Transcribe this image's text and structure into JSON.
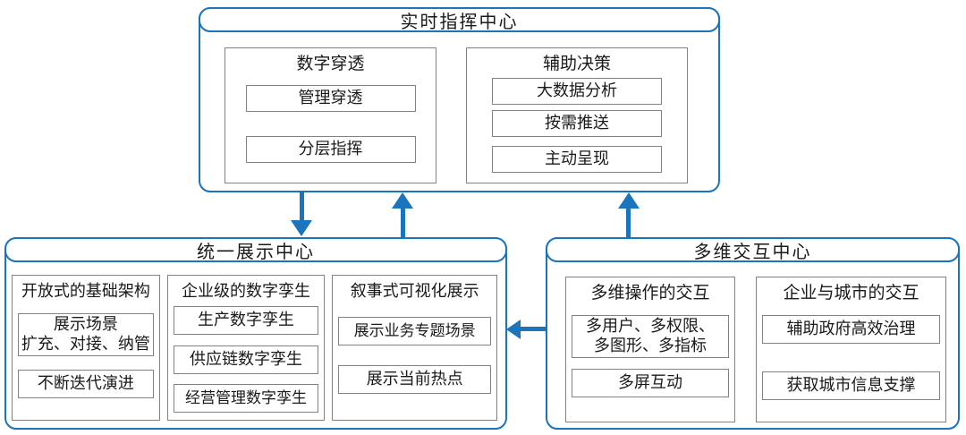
{
  "panels": {
    "command": {
      "title": "实时指挥中心",
      "groups": [
        {
          "title": "数字穿透",
          "items": [
            "管理穿透",
            "分层指挥"
          ]
        },
        {
          "title": "辅助决策",
          "items": [
            "大数据分析",
            "按需推送",
            "主动呈现"
          ]
        }
      ]
    },
    "display": {
      "title": "统一展示中心",
      "groups": [
        {
          "title": "开放式的基础架构",
          "items": [
            "展示场景\n扩充、对接、纳管",
            "不断迭代演进"
          ]
        },
        {
          "title": "企业级的数字孪生",
          "items": [
            "生产数字孪生",
            "供应链数字孪生",
            "经营管理数字孪生"
          ]
        },
        {
          "title": "叙事式可视化展示",
          "items": [
            "展示业务专题场景",
            "展示当前热点"
          ]
        }
      ]
    },
    "interaction": {
      "title": "多维交互中心",
      "groups": [
        {
          "title": "多维操作的交互",
          "items": [
            "多用户、多权限、\n多图形、多指标",
            "多屏互动"
          ]
        },
        {
          "title": "企业与城市的交互",
          "items": [
            "辅助政府高效治理",
            "获取城市信息支撑"
          ]
        }
      ]
    }
  },
  "colors": {
    "accent_blue": "#1b75bc",
    "inner_box_border": "#828282",
    "text": "#1a1a1a",
    "background": "#ffffff"
  }
}
